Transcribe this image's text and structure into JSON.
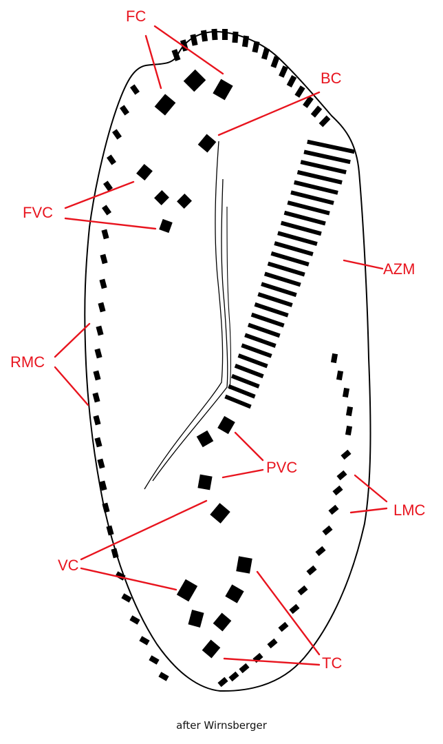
{
  "labels": {
    "fc": "FC",
    "bc": "BC",
    "fvc": "FVC",
    "azm": "AZM",
    "rmc": "RMC",
    "pvc": "PVC",
    "lmc": "LMC",
    "vc": "VC",
    "tc": "TC"
  },
  "caption": "after Wirnsberger",
  "colors": {
    "label": "#e8141e",
    "ink": "#000000"
  }
}
